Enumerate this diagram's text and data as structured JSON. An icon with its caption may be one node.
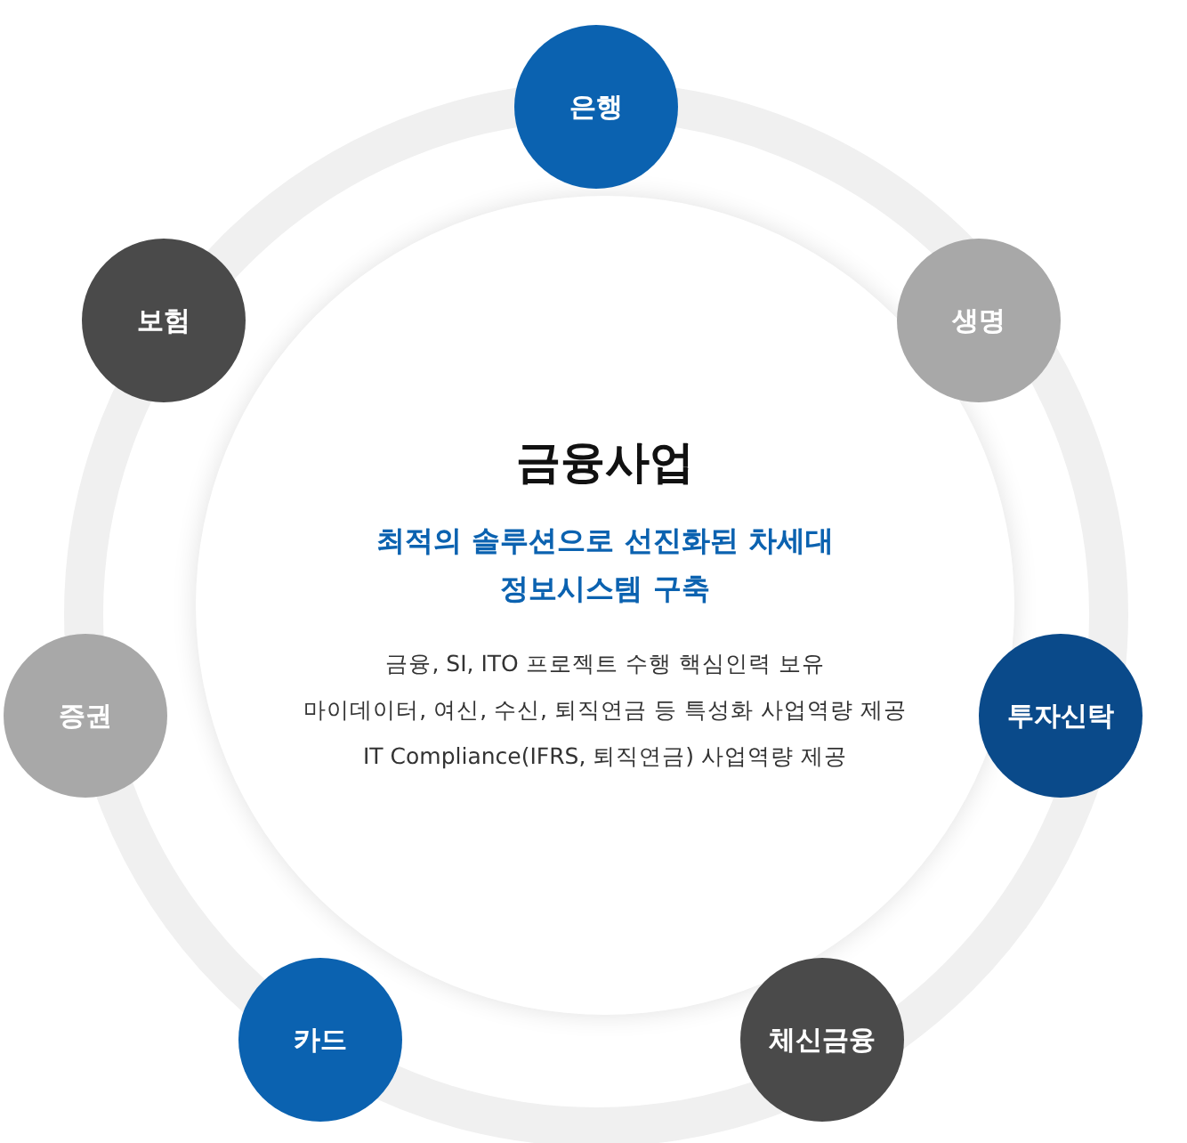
{
  "diagram": {
    "nodes": [
      {
        "text": [
          "금융사업",
          "최적의 솔루션으로 선진화된 차세대 정보시스템 구축",
          "금융, SI, ITO 프로젝트 수행 핵심인력 보유",
          "마이데이터, 여신, 수신, 퇴직연금 등 특성화 사업역량 제공",
          "IT Compliance(IFRS, 퇴직연금) 사업역량 제공"
        ]
      },
      {
        "text": [
          "은행"
        ]
      },
      {
        "text": [
          "보험"
        ]
      },
      {
        "text": [
          "생명"
        ]
      },
      {
        "text": [
          "증권"
        ]
      },
      {
        "text": [
          "투자신탁"
        ]
      },
      {
        "text": [
          "카드"
        ]
      },
      {
        "text": [
          "체신금융"
        ]
      }
    ],
    "edges": []
  }
}
